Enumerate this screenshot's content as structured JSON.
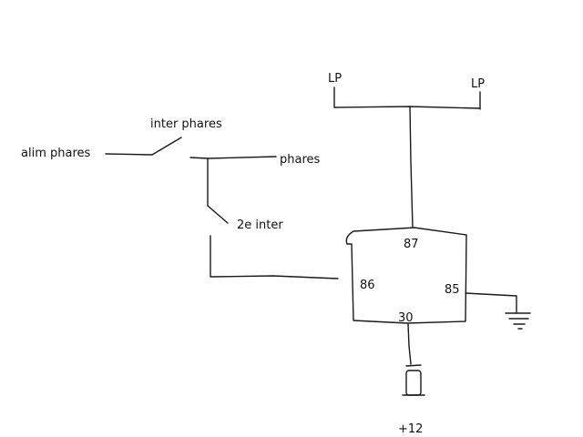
{
  "labels": {
    "lp_left": "LP",
    "lp_right": "LP",
    "inter_phares": "inter phares",
    "alim_phares": "alim phares",
    "phares": "phares",
    "second_inter": "2e inter",
    "pin_87": "87",
    "pin_86": "86",
    "pin_85": "85",
    "pin_30": "30",
    "plus12": "+12"
  }
}
